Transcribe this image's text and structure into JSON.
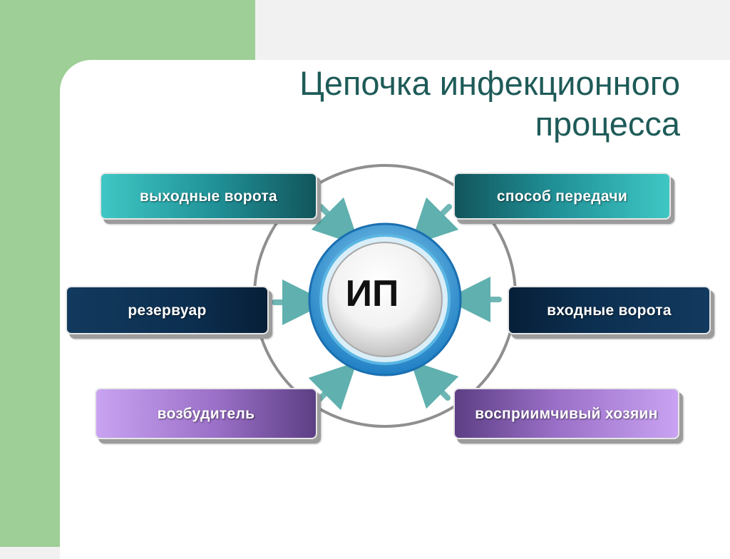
{
  "title": {
    "line1": "Цепочка инфекционного",
    "line2": "процесса"
  },
  "center": {
    "label": "ИП"
  },
  "nodes": [
    {
      "label": "выходные ворота"
    },
    {
      "label": "способ передачи"
    },
    {
      "label": "резервуар"
    },
    {
      "label": "входные ворота"
    },
    {
      "label": "возбудитель"
    },
    {
      "label": "восприимчивый хозяин"
    }
  ],
  "colors": {
    "background_green": "#9ecf96",
    "title": "#1e5b58",
    "teal": "#1f8f95",
    "navy": "#0c2f50",
    "purple": "#9a6fc7",
    "arrow": "#6fb7b5",
    "ring": "#2d8fd0"
  }
}
